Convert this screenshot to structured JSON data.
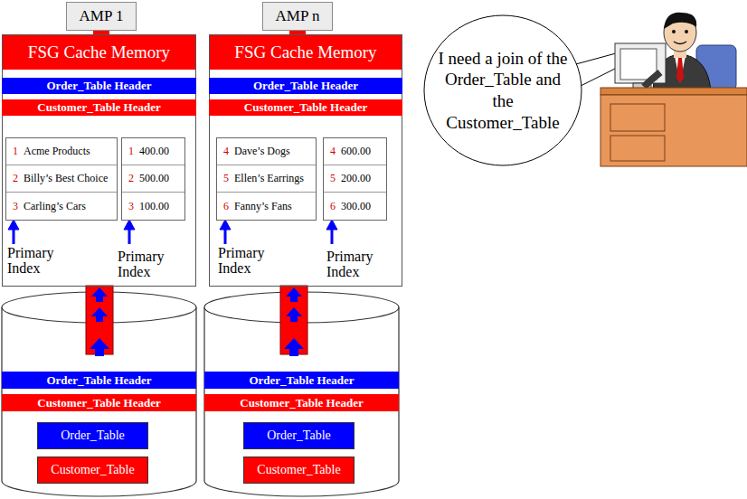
{
  "diagram": {
    "nodes": [
      {
        "text": [
          "AMP 1"
        ]
      },
      {
        "text": [
          "FSG Cache Memory"
        ]
      },
      {
        "text": [
          "Order_Table Header"
        ],
        "in": 1
      },
      {
        "text": [
          "Customer_Table Header"
        ],
        "in": 1
      },
      {
        "text": [
          "1",
          "Acme Products",
          "2",
          "Billy’s Best Choice",
          "3",
          "Carling’s Cars"
        ],
        "in": 1
      },
      {
        "text": [
          "1",
          "400.00",
          "2",
          "500.00",
          "3",
          "100.00"
        ],
        "in": 1
      },
      {
        "text": [
          "AMP n"
        ]
      },
      {
        "text": [
          "FSG Cache Memory"
        ]
      },
      {
        "text": [
          "Order_Table Header"
        ],
        "in": 7
      },
      {
        "text": [
          "Customer_Table Header"
        ],
        "in": 7
      },
      {
        "text": [
          "4",
          "Dave’s Dogs",
          "5",
          "Ellen’s Earrings",
          "6",
          "Fanny’s Fans"
        ],
        "in": 7
      },
      {
        "text": [
          "4",
          "600.00",
          "5",
          "200.00",
          "6",
          "300.00"
        ],
        "in": 7
      },
      {
        "text": [
          "Order_Table Header"
        ]
      },
      {
        "text": [
          "Customer_Table Header"
        ]
      },
      {
        "text": [
          "Order_Table"
        ]
      },
      {
        "text": [
          "Customer_Table"
        ]
      },
      {
        "text": [
          "Order_Table Header"
        ]
      },
      {
        "text": [
          "Customer_Table Header"
        ]
      },
      {
        "text": [
          "Order_Table"
        ]
      },
      {
        "text": [
          "Customer_Table"
        ]
      },
      {
        "text": [
          "I need a join of the Order_Table and the Customer_Table"
        ]
      }
    ],
    "labels": [
      "Primary Index",
      "Primary Index",
      "Primary Index",
      "Primary Index"
    ]
  }
}
